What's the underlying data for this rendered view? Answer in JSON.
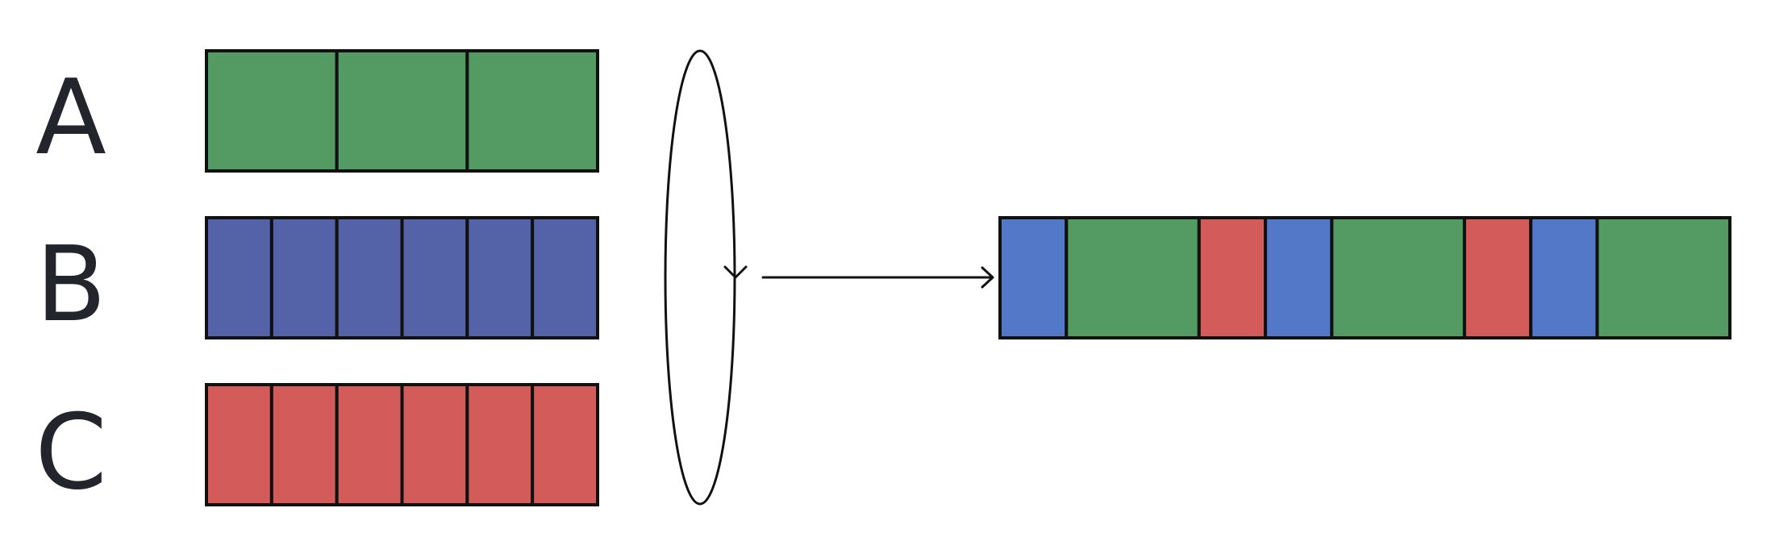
{
  "colors": {
    "green": "#539b62",
    "blue": "#5462a8",
    "red": "#d35c5b",
    "light_blue": "#5378c8",
    "outline": "#111111",
    "label": "#22262c"
  },
  "rows": [
    {
      "label": "A",
      "segments": 3,
      "color": "green"
    },
    {
      "label": "B",
      "segments": 6,
      "color": "blue"
    },
    {
      "label": "C",
      "segments": 6,
      "color": "red"
    }
  ],
  "output": {
    "segments": [
      {
        "color": "light_blue",
        "span": 1
      },
      {
        "color": "green",
        "span": 2
      },
      {
        "color": "red",
        "span": 1
      },
      {
        "color": "light_blue",
        "span": 1
      },
      {
        "color": "green",
        "span": 2
      },
      {
        "color": "red",
        "span": 1
      },
      {
        "color": "light_blue",
        "span": 1
      },
      {
        "color": "green",
        "span": 2
      }
    ]
  },
  "icons": {
    "loop": "cycle-ellipse-icon",
    "arrow": "right-arrow-icon"
  }
}
